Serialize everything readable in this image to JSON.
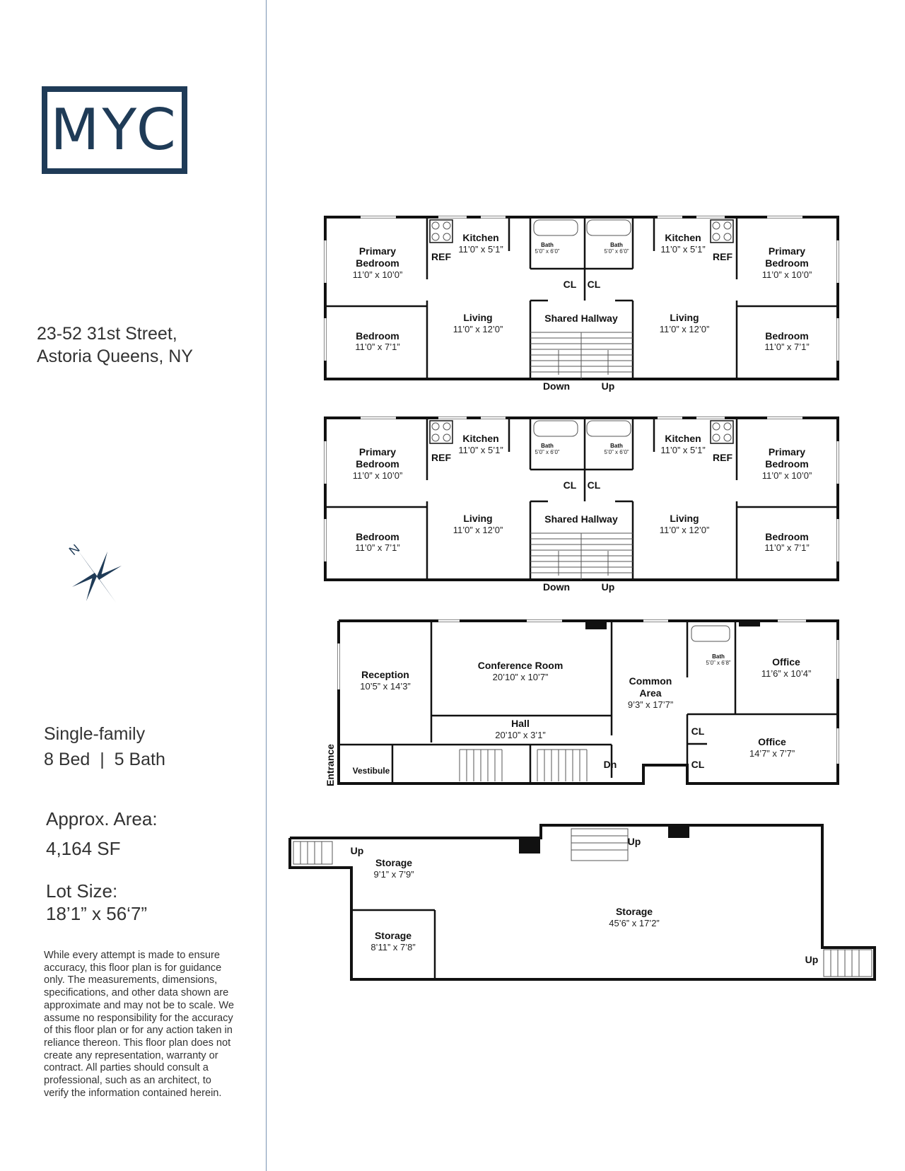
{
  "brand": {
    "logo_text": "MYC",
    "accent_color": "#1f3b57",
    "divider_color": "#7a93b3"
  },
  "address": {
    "line1": "23-52 31st Street,",
    "line2": "Astoria Queens, NY"
  },
  "compass": {
    "label": "N",
    "icon": "compass-rose-icon"
  },
  "property": {
    "type": "Single-family",
    "beds_baths": "8 Bed  |  5 Bath",
    "area_label": "Approx. Area:",
    "area_value": "4,164 SF",
    "lot_label": "Lot Size:",
    "lot_value": "18’1” x 56‘7”"
  },
  "disclaimer": "While every attempt is made to ensure accuracy, this floor plan is for guidance only. The measurements, dimensions, specifications, and other data shown are approximate and may not be to scale. We assume no responsibility for the accuracy of this floor plan or for any action taken in reliance thereon. This floor plan does not create any representation, warranty or contract. All parties should consult a professional, such as an architect, to verify the information contained herein.",
  "floors": {
    "upper": {
      "primary_bedroom": "Primary\nBedroom",
      "primary_bedroom_l1": "Primary",
      "primary_bedroom_l2": "Bedroom",
      "primary_bedroom_dim": "11’0” x 10’0”",
      "bedroom": "Bedroom",
      "bedroom_dim": "11’0” x 7’1”",
      "kitchen": "Kitchen",
      "kitchen_dim": "11’0” x 5’1”",
      "ref": "REF",
      "bath": "Bath",
      "bath_dim": "5’0” x 6’0”",
      "closet": "CL",
      "living": "Living",
      "living_dim": "11’0” x 12’0”",
      "shared_hallway": "Shared Hallway",
      "down": "Down",
      "up": "Up"
    },
    "ground": {
      "reception": "Reception",
      "reception_dim": "10’5” x 14’3”",
      "conference": "Conference Room",
      "conference_dim": "20’10” x 10’7”",
      "hall": "Hall",
      "hall_dim": "20’10” x 3’1”",
      "common_l1": "Common",
      "common_l2": "Area",
      "common_dim": "9’3” x 17’7”",
      "bath": "Bath",
      "bath_dim": "5’0” x 6’8”",
      "office1": "Office",
      "office1_dim": "11’6” x 10’4”",
      "office2": "Office",
      "office2_dim": "14’7” x 7’7”",
      "closet": "CL",
      "entrance": "Entrance",
      "vestibule": "Vestibule",
      "dn": "Dn"
    },
    "basement": {
      "storage": "Storage",
      "storage1_dim": "9’1” x 7’9”",
      "storage2_dim": "8’11” x 7’8”",
      "storage3_dim": "45’6” x 17’2”",
      "up": "Up"
    }
  }
}
